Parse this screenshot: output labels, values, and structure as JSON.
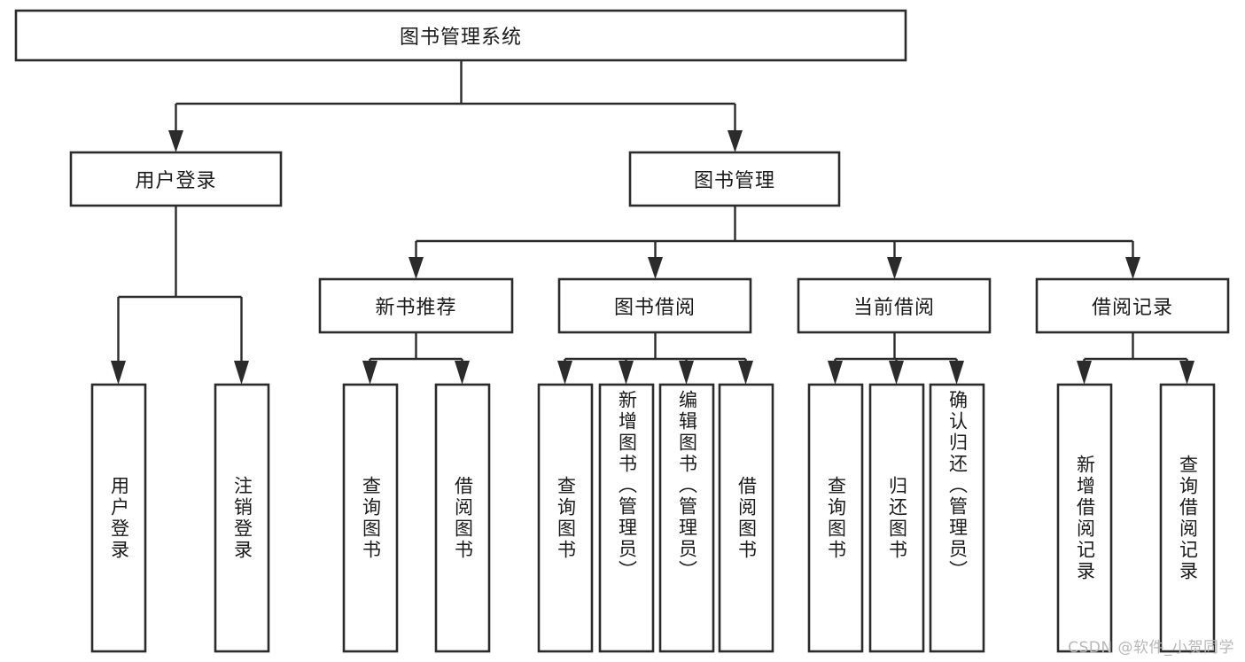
{
  "diagram": {
    "title": "图书管理系统",
    "type": "tree-hierarchy-chart",
    "watermark": "CSDN @软件_小贺同学",
    "colors": {
      "box_stroke": "#2b2b2b",
      "box_fill": "#ffffff",
      "connector": "#2b2b2b",
      "text": "#1a1a1a",
      "watermark": "#b8b8b8",
      "background": "#ffffff"
    },
    "root": {
      "label": "图书管理系统"
    },
    "level2": [
      {
        "label": "用户登录"
      },
      {
        "label": "图书管理"
      }
    ],
    "level3": [
      {
        "label": "新书推荐"
      },
      {
        "label": "图书借阅"
      },
      {
        "label": "当前借阅"
      },
      {
        "label": "借阅记录"
      }
    ],
    "leaves": {
      "user_login": [
        {
          "label": "用户登录"
        },
        {
          "label": "注销登录"
        }
      ],
      "new_book_recommend": [
        {
          "label": "查询图书"
        },
        {
          "label": "借阅图书"
        }
      ],
      "book_borrow": [
        {
          "label": "查询图书"
        },
        {
          "label": "新增图书（管理员）"
        },
        {
          "label": "编辑图书（管理员）"
        },
        {
          "label": "借阅图书"
        }
      ],
      "current_borrow": [
        {
          "label": "查询图书"
        },
        {
          "label": "归还图书"
        },
        {
          "label": "确认归还（管理员）"
        }
      ],
      "borrow_record": [
        {
          "label": "新增借阅记录"
        },
        {
          "label": "查询借阅记录"
        }
      ]
    }
  }
}
